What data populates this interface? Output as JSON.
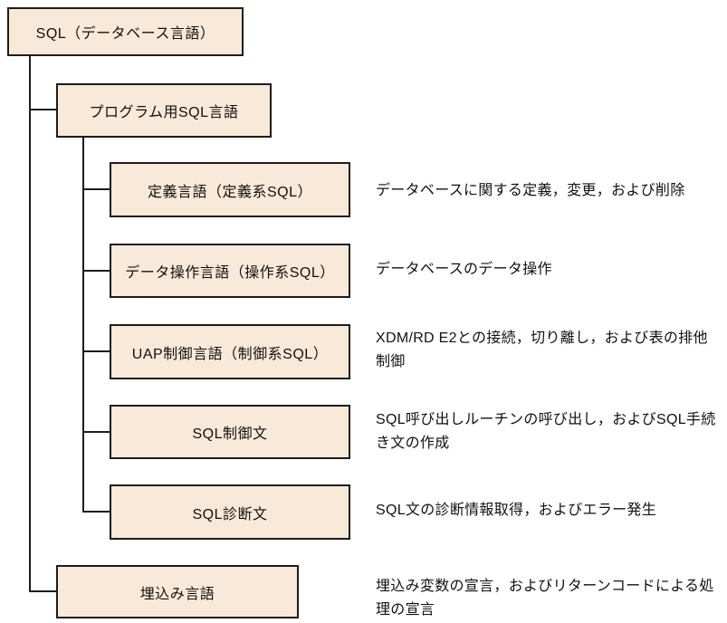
{
  "diagram_title": "SQL language hierarchy",
  "colors": {
    "box_fill": "#f8e9d8",
    "box_border": "#1c1c1c",
    "connector": "#1c1c1c",
    "text": "#111111",
    "background": "#ffffff"
  },
  "nodes": [
    {
      "id": "sql-root",
      "label": "SQL（データベース言語）"
    },
    {
      "id": "program-sql",
      "label": "プログラム用SQL言語"
    },
    {
      "id": "definition-language",
      "label": "定義言語（定義系SQL）",
      "description": "データベースに関する定義，変更，および削除"
    },
    {
      "id": "data-manipulation-language",
      "label": "データ操作言語（操作系SQL）",
      "description": "データベースのデータ操作"
    },
    {
      "id": "uap-control-language",
      "label": "UAP制御言語（制御系SQL）",
      "description": "XDM/RD E2との接続，切り離し，および表の排他制御"
    },
    {
      "id": "sql-control-statement",
      "label": "SQL制御文",
      "description": "SQL呼び出しルーチンの呼び出し，およびSQL手続き文の作成"
    },
    {
      "id": "sql-diagnostic-statement",
      "label": "SQL診断文",
      "description": "SQL文の診断情報取得，およびエラー発生"
    },
    {
      "id": "embedded-language",
      "label": "埋込み言語",
      "description": "埋込み変数の宣言，およびリターンコードによる処理の宣言"
    }
  ]
}
